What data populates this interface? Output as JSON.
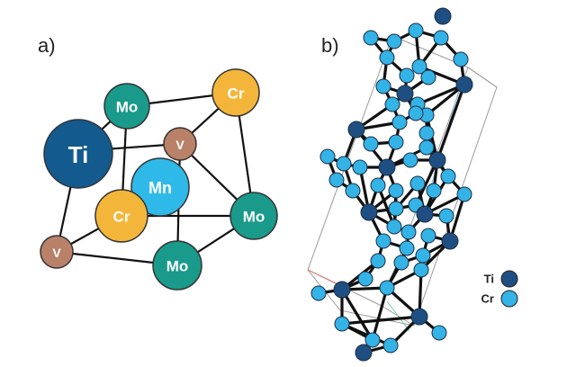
{
  "panel_a": {
    "label": "a)",
    "atoms": {
      "ti": "Ti",
      "mo_top": "Mo",
      "cr_top": "Cr",
      "v_back": "V",
      "mn_center": "Mn",
      "cr_front": "Cr",
      "mo_right": "Mo",
      "v_left": "V",
      "mo_bottom": "Mo"
    }
  },
  "panel_b": {
    "label": "b)",
    "legend": [
      {
        "label": "Ti",
        "color": "#1f4f82"
      },
      {
        "label": "Cr",
        "color": "#34b3e6"
      }
    ]
  },
  "colors": {
    "Ti": "#135a8e",
    "Mo": "#1a9a8a",
    "Cr": "#f4b63a",
    "V": "#b98168",
    "Mn": "#2fb9e8",
    "crystal_Ti": "#1f4f82",
    "crystal_Cr": "#34b3e6",
    "bond": "#111111"
  }
}
